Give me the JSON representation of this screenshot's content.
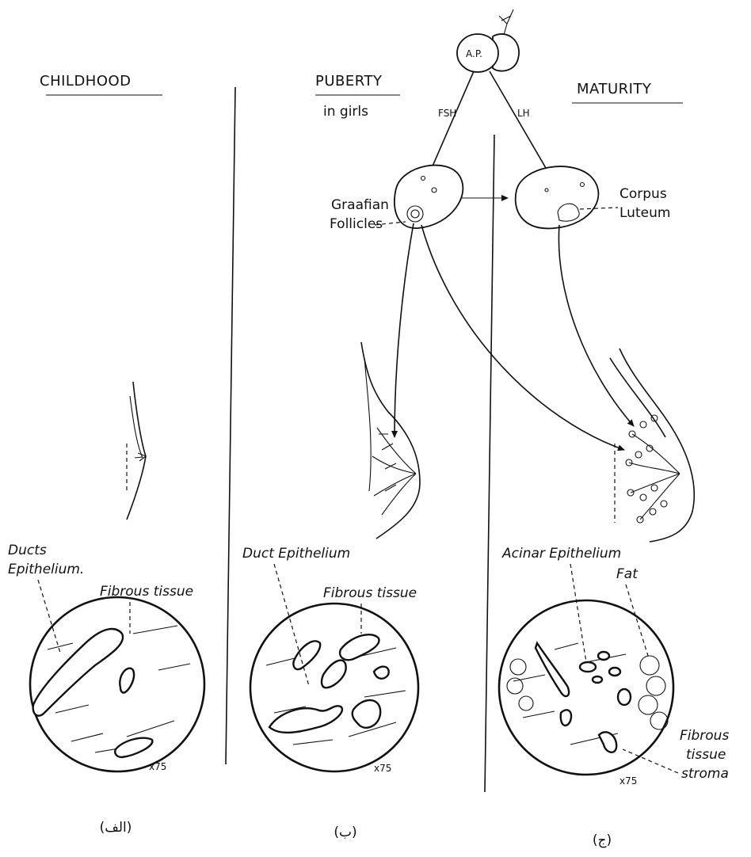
{
  "headings": {
    "childhood": "CHILDHOOD",
    "puberty": "PUBERTY",
    "puberty_sub": "in girls",
    "maturity": "MATURITY"
  },
  "pituitary": {
    "label": "A.P.",
    "fsh": "FSH",
    "lh": "LH"
  },
  "ovary_labels": {
    "graafian_1": "Graafian",
    "graafian_2": "Follicles",
    "corpus_1": "Corpus",
    "corpus_2": "Luteum"
  },
  "tissue_labels": {
    "childhood_duct_1": "Ducts",
    "childhood_duct_2": "Epithelium.",
    "childhood_fibrous": "Fibrous tissue",
    "puberty_duct": "Duct Epithelium",
    "puberty_fibrous": "Fibrous tissue",
    "maturity_acinar": "Acinar Epithelium",
    "maturity_fat": "Fat",
    "maturity_fibrous_1": "Fibrous",
    "maturity_fibrous_2": "tissue",
    "maturity_fibrous_3": "stroma"
  },
  "magnification": [
    "x75",
    "x75",
    "x75"
  ],
  "panel_letters": [
    "(الف)",
    "(ب)",
    "(ج)"
  ]
}
